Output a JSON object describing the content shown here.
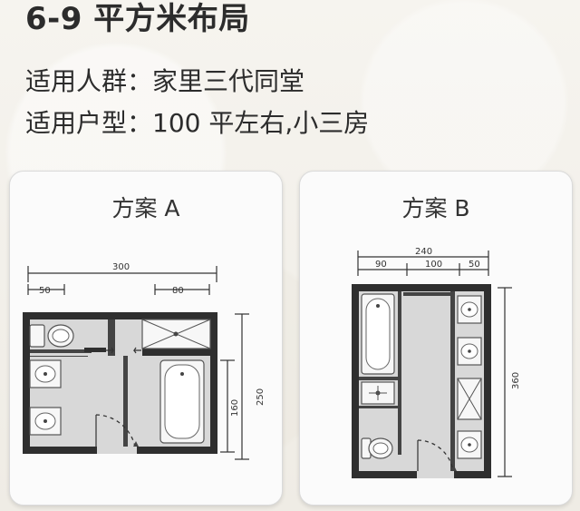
{
  "header": {
    "title": "6-9 平方米布局",
    "line1": "适用人群：家里三代同堂",
    "line2": "适用户型：100 平左右,小三房"
  },
  "plans": {
    "a": {
      "title": "方案 A",
      "top_total": "300",
      "top_left": "50",
      "top_right": "80",
      "right_total": "250",
      "right_inner": "160"
    },
    "b": {
      "title": "方案 B",
      "top_total": "240",
      "top_left": "90",
      "top_middle": "100",
      "top_right": "50",
      "right_total": "360"
    }
  },
  "icons": {
    "toilet": "toilet-icon",
    "sink": "sink-icon",
    "bathtub": "bathtub-icon",
    "shower": "shower-icon",
    "door-swing": "door-swing-icon"
  }
}
